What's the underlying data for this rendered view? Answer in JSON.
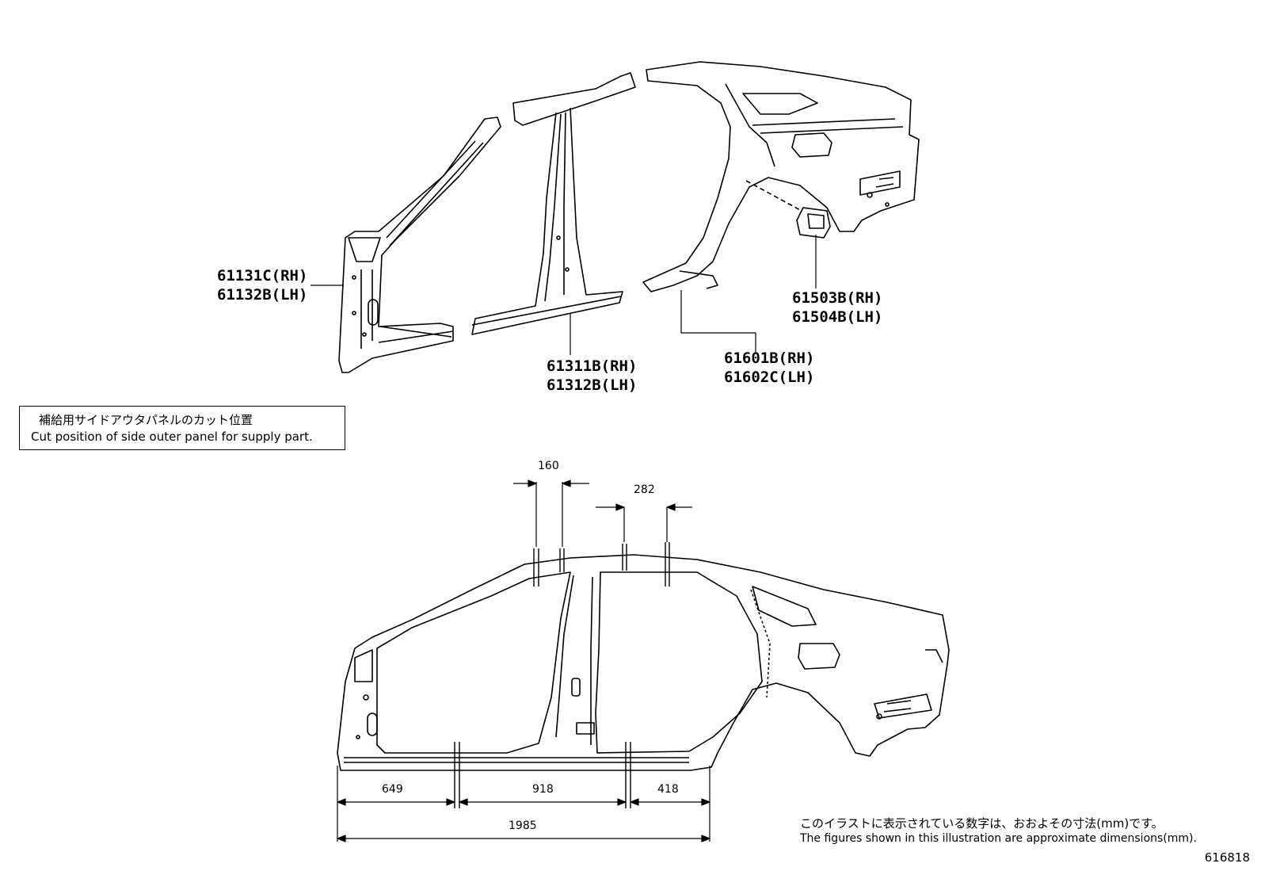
{
  "parts": [
    {
      "id": "a_pillar",
      "rh": "61131C(RH)",
      "lh": "61132B(LH)"
    },
    {
      "id": "b_pillar",
      "rh": "61311B(RH)",
      "lh": "61312B(LH)"
    },
    {
      "id": "quarter_panel",
      "rh": "61601B(RH)",
      "lh": "61602C(LH)"
    },
    {
      "id": "fuel_lid_bracket",
      "rh": "61503B(RH)",
      "lh": "61504B(LH)"
    }
  ],
  "note": {
    "jp": "補給用サイドアウタパネルのカット位置",
    "en": "Cut position of side outer panel for supply part."
  },
  "dimensions": {
    "roof_cut_a": "160",
    "roof_cut_b": "282",
    "sill_front": "649",
    "sill_middle": "918",
    "sill_rear": "418",
    "sill_total": "1985"
  },
  "footnote": {
    "jp": "このイラストに表示されている数字は、おおよその寸法(mm)です。",
    "en": "The figures shown in this illustration are approximate dimensions(mm)."
  },
  "figure_id": "616818"
}
